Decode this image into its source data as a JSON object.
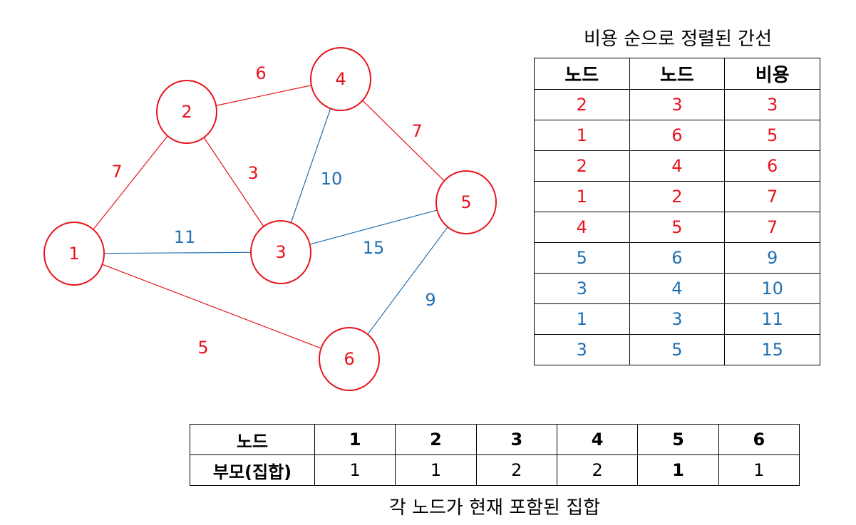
{
  "colors": {
    "red": "#e8141c",
    "blue": "#1f6fb2",
    "black": "#000000"
  },
  "graph": {
    "nodes": [
      {
        "id": "1",
        "color": "red"
      },
      {
        "id": "2",
        "color": "red"
      },
      {
        "id": "3",
        "color": "red"
      },
      {
        "id": "4",
        "color": "red"
      },
      {
        "id": "5",
        "color": "red"
      },
      {
        "id": "6",
        "color": "red"
      }
    ],
    "edges": [
      {
        "from": "1",
        "to": "2",
        "cost": "7",
        "color": "red"
      },
      {
        "from": "2",
        "to": "4",
        "cost": "6",
        "color": "red"
      },
      {
        "from": "2",
        "to": "3",
        "cost": "3",
        "color": "red"
      },
      {
        "from": "3",
        "to": "4",
        "cost": "10",
        "color": "blue"
      },
      {
        "from": "4",
        "to": "5",
        "cost": "7",
        "color": "red"
      },
      {
        "from": "1",
        "to": "3",
        "cost": "11",
        "color": "blue"
      },
      {
        "from": "3",
        "to": "5",
        "cost": "15",
        "color": "blue"
      },
      {
        "from": "5",
        "to": "6",
        "cost": "9",
        "color": "blue"
      },
      {
        "from": "1",
        "to": "6",
        "cost": "5",
        "color": "red"
      }
    ]
  },
  "edge_table": {
    "caption": "비용 순으로 정렬된 간선",
    "headers": [
      "노드",
      "노드",
      "비용"
    ],
    "rows": [
      {
        "cells": [
          "2",
          "3",
          "3"
        ],
        "color": "red"
      },
      {
        "cells": [
          "1",
          "6",
          "5"
        ],
        "color": "red"
      },
      {
        "cells": [
          "2",
          "4",
          "6"
        ],
        "color": "red"
      },
      {
        "cells": [
          "1",
          "2",
          "7"
        ],
        "color": "red"
      },
      {
        "cells": [
          "4",
          "5",
          "7"
        ],
        "color": "red"
      },
      {
        "cells": [
          "5",
          "6",
          "9"
        ],
        "color": "blue"
      },
      {
        "cells": [
          "3",
          "4",
          "10"
        ],
        "color": "blue"
      },
      {
        "cells": [
          "1",
          "3",
          "11"
        ],
        "color": "blue"
      },
      {
        "cells": [
          "3",
          "5",
          "15"
        ],
        "color": "blue"
      }
    ]
  },
  "parent_table": {
    "caption": "각 노드가 현재 포함된 집합",
    "row1_label": "노드",
    "row2_label": "부모(집합)",
    "nodes": [
      "1",
      "2",
      "3",
      "4",
      "5",
      "6"
    ],
    "parents": [
      "1",
      "1",
      "2",
      "2",
      "1",
      "1"
    ]
  }
}
